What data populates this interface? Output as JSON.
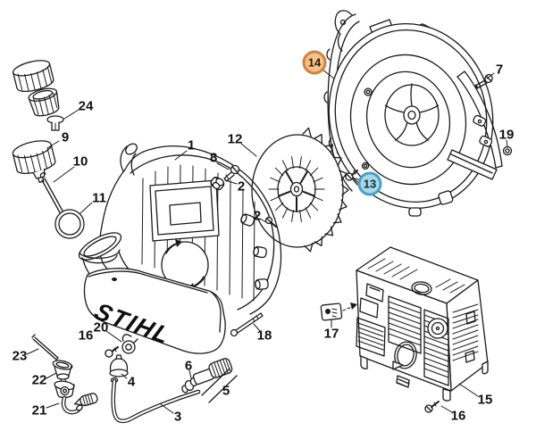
{
  "diagram": {
    "brand_logo": "STIHL"
  },
  "colors": {
    "line": "#1a1a1a",
    "background": "#ffffff",
    "badge_orange_fill": "#f5c28c",
    "badge_orange_border": "#d3823c",
    "badge_blue_fill": "#a9d8e8",
    "badge_blue_border": "#4c9fc0"
  },
  "badges": {
    "orange": {
      "number": "14"
    },
    "blue": {
      "number": "13"
    }
  },
  "callouts": {
    "c1": "1",
    "c2a": "2",
    "c2b": "2",
    "c3": "3",
    "c4": "4",
    "c5": "5",
    "c6": "6",
    "c7": "7",
    "c8": "8",
    "c9": "9",
    "c10": "10",
    "c11": "11",
    "c12": "12",
    "c15": "15",
    "c16a": "16",
    "c16b": "16",
    "c17": "17",
    "c18": "18",
    "c19": "19",
    "c20": "20",
    "c21": "21",
    "c22": "22",
    "c23": "23",
    "c24": "24"
  }
}
